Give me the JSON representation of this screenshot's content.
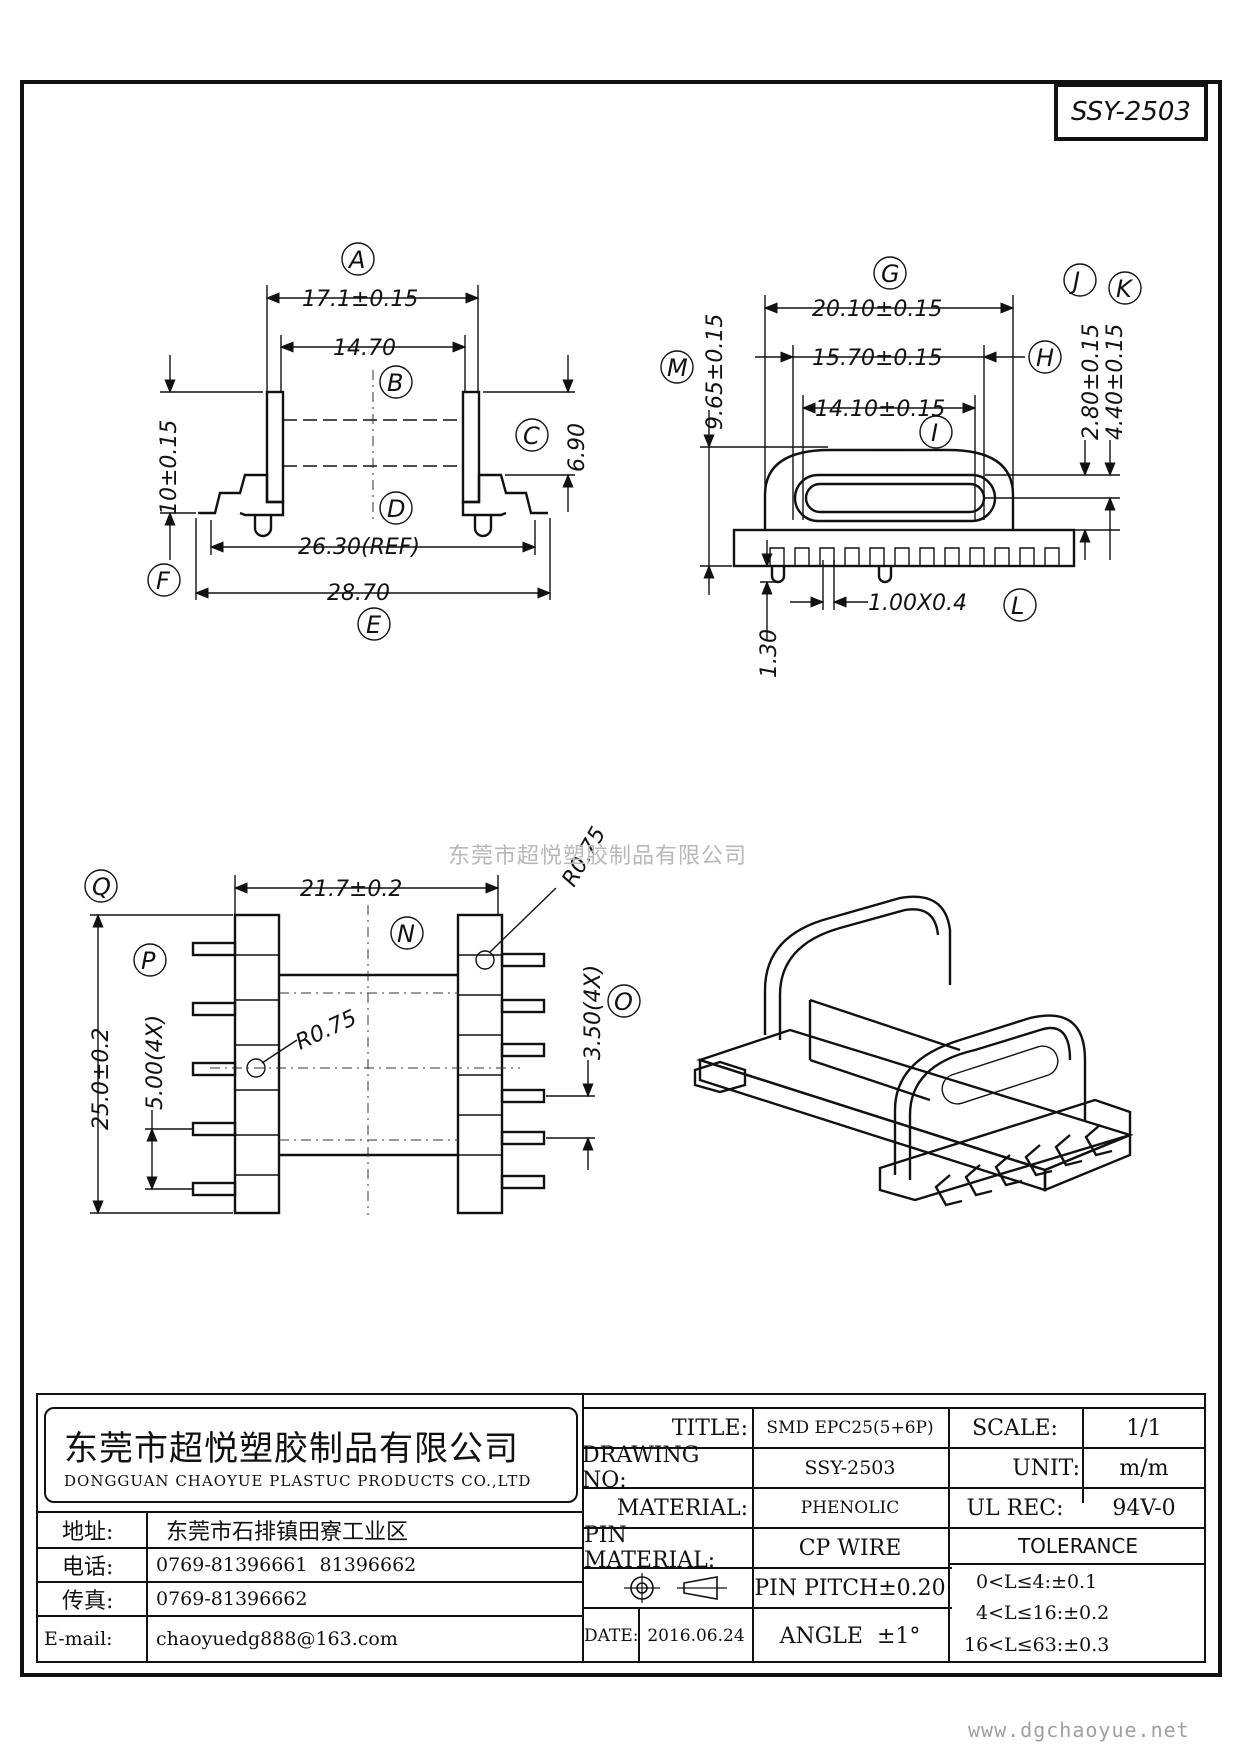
{
  "part_number": "SSY-2503",
  "watermark": "东莞市超悦塑胶制品有限公司",
  "website": "www.dgchaoyue.net",
  "side_view": {
    "labels": [
      "A",
      "B",
      "C",
      "D",
      "E",
      "F"
    ],
    "dims": {
      "a": "17.1±0.15",
      "b": "14.70",
      "c": "6.90",
      "d": "26.30(REF)",
      "e": "28.70",
      "f": "10±0.15"
    }
  },
  "front_view": {
    "labels": [
      "G",
      "H",
      "I",
      "J",
      "K",
      "L",
      "M"
    ],
    "dims": {
      "g": "20.10±0.15",
      "h": "15.70±0.15",
      "i": "14.10±0.15",
      "j": "2.80±0.15",
      "k": "4.40±0.15",
      "l": "1.00X0.4",
      "m": "9.65±0.15",
      "pin": "1.30"
    }
  },
  "bottom_view": {
    "labels": [
      "N",
      "O",
      "P",
      "Q"
    ],
    "dims": {
      "n": "21.7±0.2",
      "o": "3.50(4X)",
      "p": "5.00(4X)",
      "q": "25.0±0.2",
      "r1": "R0.75",
      "r2": "R0.75"
    }
  },
  "title_block": {
    "company_cn": "东莞市超悦塑胶制品有限公司",
    "company_en": "DONGGUAN CHAOYUE PLASTUC PRODUCTS CO.,LTD",
    "address_label": "地址:",
    "address": "东莞市石排镇田寮工业区",
    "phone_label": "电话:",
    "phone": "0769-81396661  81396662",
    "fax_label": "传真:",
    "fax": "0769-81396662",
    "email_label": "E-mail:",
    "email": "chaoyuedg888@163.com",
    "title_label": "TITLE:",
    "title": "SMD EPC25(5+6P)",
    "drawing_no_label": "DRAWING NO:",
    "drawing_no": "SSY-2503",
    "material_label": "MATERIAL:",
    "material": "PHENOLIC",
    "pin_material_label": "PIN MATERIAL:",
    "pin_material": "CP WIRE",
    "pin_pitch": "PIN PITCH±0.20",
    "date_label": "DATE:",
    "date": "2016.06.24",
    "angle": "ANGLE  ±1°",
    "scale_label": "SCALE:",
    "scale": "1/1",
    "unit_label": "UNIT:",
    "unit": "m/m",
    "ul_rec_label": "UL REC:",
    "ul_rec": "94V-0",
    "tolerance_label": "TOLERANCE",
    "tolerance": [
      "0<L≤4:±0.1",
      "4<L≤16:±0.2",
      "16<L≤63:±0.3"
    ]
  }
}
